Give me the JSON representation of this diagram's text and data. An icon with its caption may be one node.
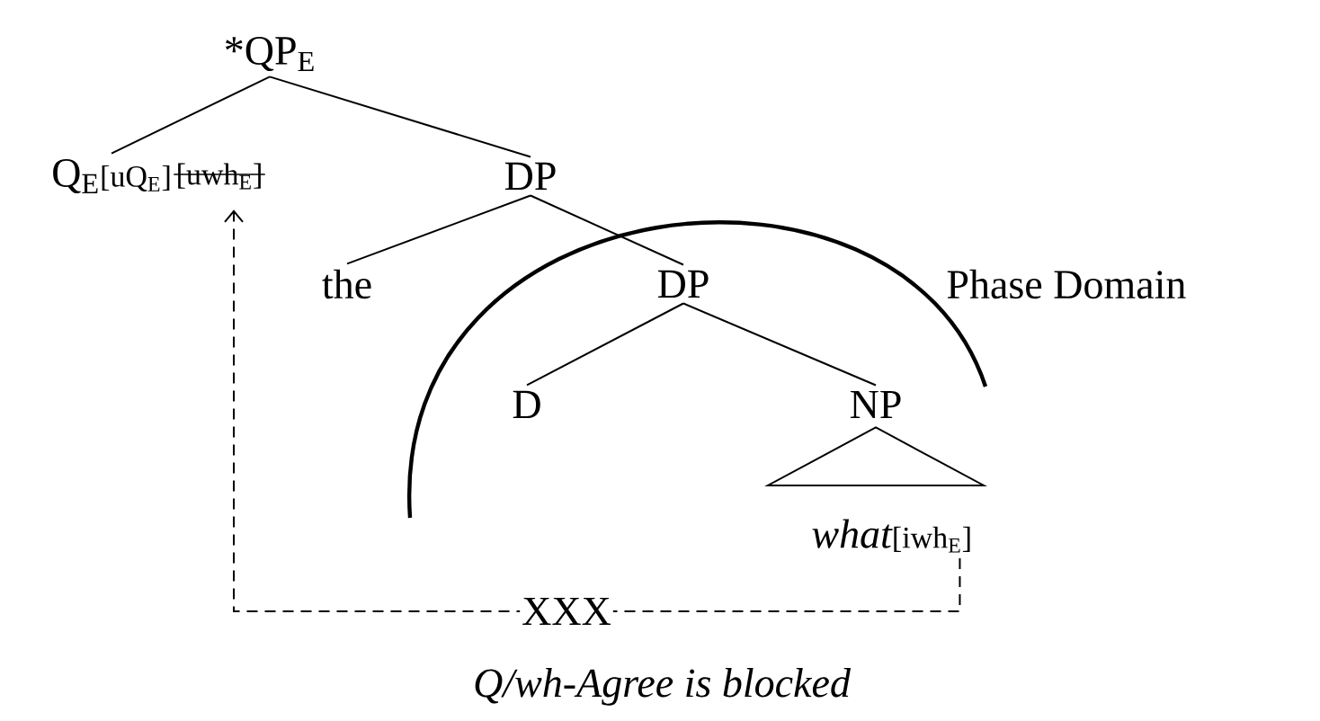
{
  "diagram": {
    "caption": "Q/wh-Agree is blocked",
    "nodes": [
      {
        "text": [
          "*QP$_{E}$"
        ]
      },
      {
        "text": [
          "Q$_{E}$",
          "[uQ$_{E}$]",
          "[uwh$_{E}$]"
        ]
      },
      {
        "text": [
          "DP"
        ]
      },
      {
        "text": [
          "the"
        ]
      },
      {
        "text": [
          "DP"
        ]
      },
      {
        "text": [
          "D"
        ]
      },
      {
        "text": [
          "NP"
        ]
      },
      {
        "text": [
          "what",
          "[iwh$_{E}$]"
        ]
      }
    ],
    "edges": [
      {
        "from": 0,
        "to": 1,
        "arrow": "none"
      },
      {
        "from": 0,
        "to": 2,
        "arrow": "none"
      },
      {
        "from": 2,
        "to": 3,
        "arrow": "none"
      },
      {
        "from": 2,
        "to": 4,
        "arrow": "none"
      },
      {
        "from": 4,
        "to": 5,
        "arrow": "none"
      },
      {
        "from": 4,
        "to": 6,
        "arrow": "none"
      },
      {
        "from": 7,
        "to": 1,
        "arrow": "to",
        "style": "dashed",
        "label": "XXX"
      }
    ],
    "labels": [
      "Phase Domain"
    ]
  }
}
